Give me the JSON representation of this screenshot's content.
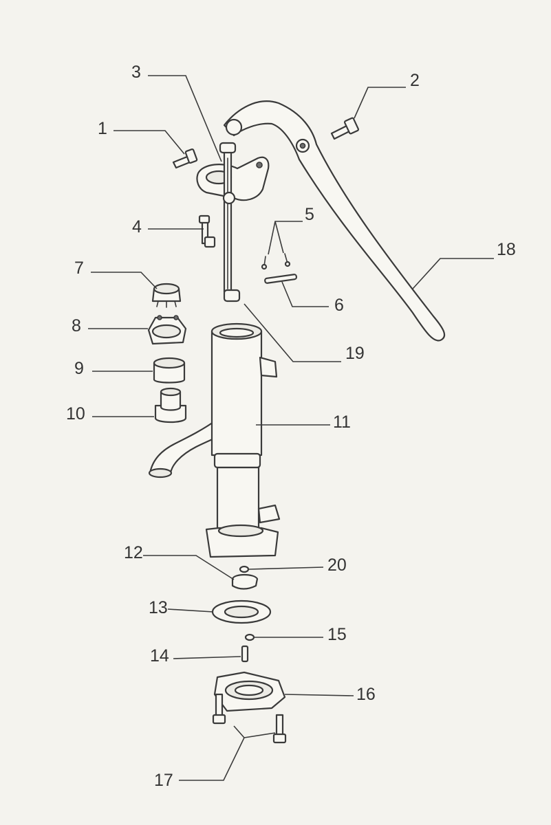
{
  "callouts": {
    "c1": "1",
    "c2": "2",
    "c3": "3",
    "c4": "4",
    "c5": "5",
    "c6": "6",
    "c7": "7",
    "c8": "8",
    "c9": "9",
    "c10": "10",
    "c11": "11",
    "c12": "12",
    "c13": "13",
    "c14": "14",
    "c15": "15",
    "c16": "16",
    "c17": "17",
    "c18": "18",
    "c19": "19",
    "c20": "20"
  },
  "colors": {
    "ink": "#3a3a3a",
    "paper": "#f4f3ee"
  }
}
